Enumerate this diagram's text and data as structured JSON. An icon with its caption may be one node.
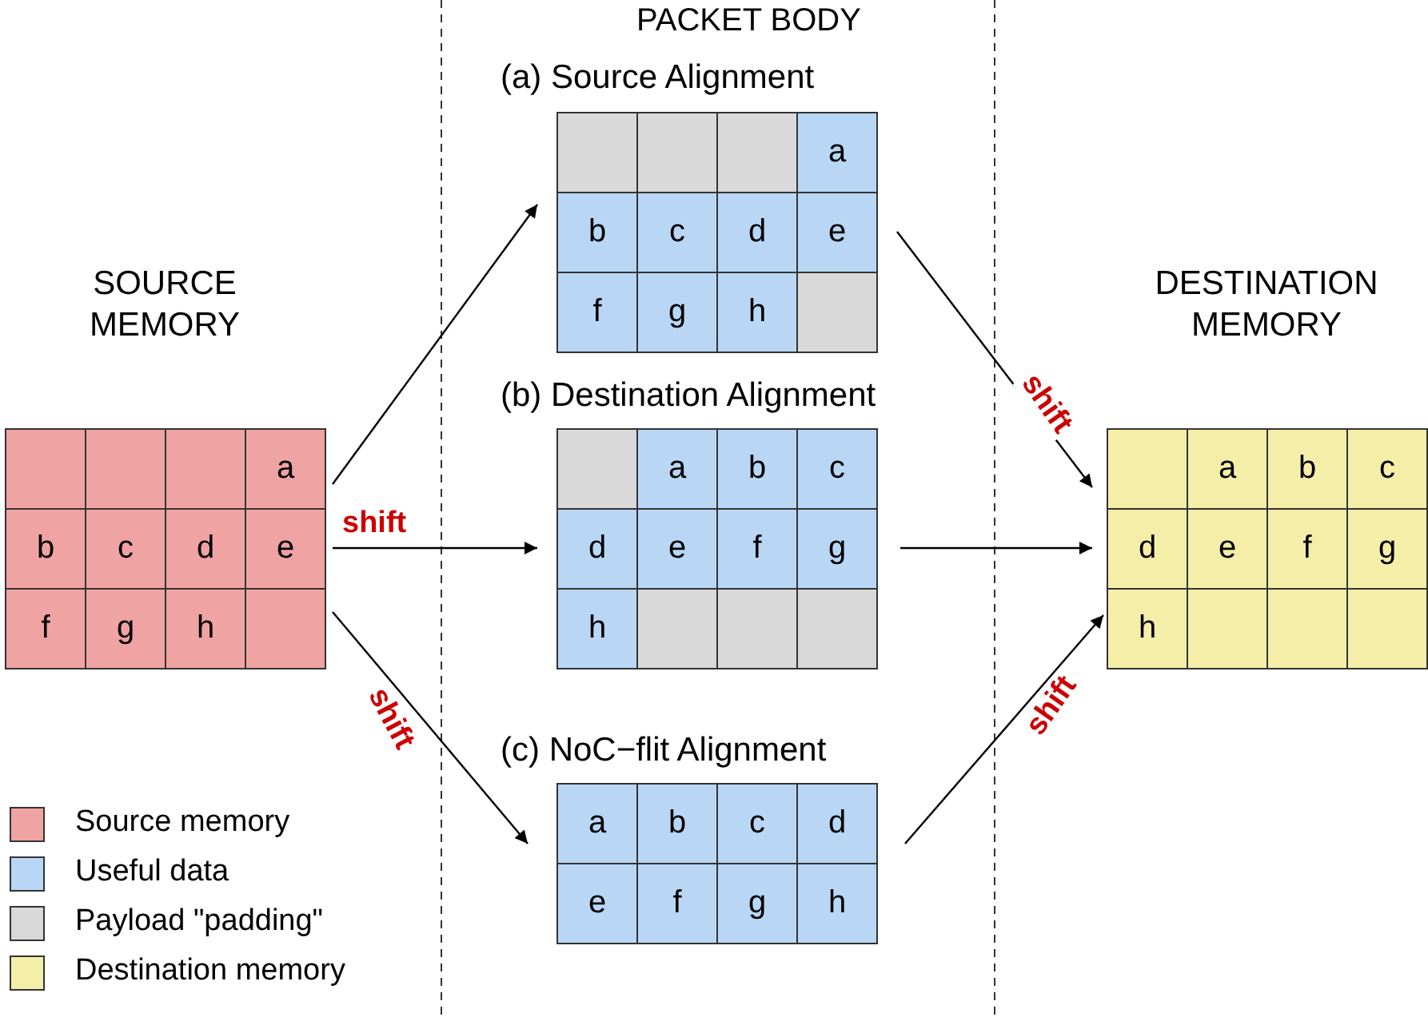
{
  "diagram": {
    "nodes": [
      {
        "text": [
          "SOURCE MEMORY"
        ]
      },
      {
        "text": [],
        "shape": "box",
        "in": 0
      },
      {
        "text": [],
        "shape": "box",
        "in": 0
      },
      {
        "text": [],
        "shape": "box",
        "in": 0
      },
      {
        "text": [
          "a"
        ],
        "in": 0
      },
      {
        "text": [
          "b"
        ],
        "in": 0
      },
      {
        "text": [
          "c"
        ],
        "in": 0
      },
      {
        "text": [
          "d"
        ],
        "in": 0
      },
      {
        "text": [
          "e"
        ],
        "in": 0
      },
      {
        "text": [
          "f"
        ],
        "in": 0
      },
      {
        "text": [
          "g"
        ],
        "in": 0
      },
      {
        "text": [
          "h"
        ],
        "in": 0
      },
      {
        "text": [],
        "shape": "box",
        "in": 0
      },
      {
        "text": [
          "(a) Source Alignment"
        ]
      },
      {
        "text": [],
        "shape": "box",
        "in": 13
      },
      {
        "text": [],
        "shape": "box",
        "in": 13
      },
      {
        "text": [],
        "shape": "box",
        "in": 13
      },
      {
        "text": [
          "a"
        ],
        "in": 13
      },
      {
        "text": [
          "b"
        ],
        "in": 13
      },
      {
        "text": [
          "c"
        ],
        "in": 13
      },
      {
        "text": [
          "d"
        ],
        "in": 13
      },
      {
        "text": [
          "e"
        ],
        "in": 13
      },
      {
        "text": [
          "f"
        ],
        "in": 13
      },
      {
        "text": [
          "g"
        ],
        "in": 13
      },
      {
        "text": [
          "h"
        ],
        "in": 13
      },
      {
        "text": [],
        "shape": "box",
        "in": 13
      },
      {
        "text": [
          "(b) Destination Alignment"
        ]
      },
      {
        "text": [],
        "shape": "box",
        "in": 26
      },
      {
        "text": [
          "a"
        ],
        "in": 26
      },
      {
        "text": [
          "b"
        ],
        "in": 26
      },
      {
        "text": [
          "c"
        ],
        "in": 26
      },
      {
        "text": [
          "d"
        ],
        "in": 26
      },
      {
        "text": [
          "e"
        ],
        "in": 26
      },
      {
        "text": [
          "f"
        ],
        "in": 26
      },
      {
        "text": [
          "g"
        ],
        "in": 26
      },
      {
        "text": [
          "h"
        ],
        "in": 26
      },
      {
        "text": [],
        "shape": "box",
        "in": 26
      },
      {
        "text": [],
        "shape": "box",
        "in": 26
      },
      {
        "text": [],
        "shape": "box",
        "in": 26
      },
      {
        "text": [
          "(c) NoC−flit Alignment"
        ]
      },
      {
        "text": [
          "a"
        ],
        "in": 39
      },
      {
        "text": [
          "b"
        ],
        "in": 39
      },
      {
        "text": [
          "c"
        ],
        "in": 39
      },
      {
        "text": [
          "d"
        ],
        "in": 39
      },
      {
        "text": [
          "e"
        ],
        "in": 39
      },
      {
        "text": [
          "f"
        ],
        "in": 39
      },
      {
        "text": [
          "g"
        ],
        "in": 39
      },
      {
        "text": [
          "h"
        ],
        "in": 39
      },
      {
        "text": [
          "DESTINATION MEMORY"
        ]
      },
      {
        "text": [],
        "shape": "box",
        "in": 48
      },
      {
        "text": [
          "a"
        ],
        "in": 48
      },
      {
        "text": [
          "b"
        ],
        "in": 48
      },
      {
        "text": [
          "c"
        ],
        "in": 48
      },
      {
        "text": [
          "d"
        ],
        "in": 48
      },
      {
        "text": [
          "e"
        ],
        "in": 48
      },
      {
        "text": [
          "f"
        ],
        "in": 48
      },
      {
        "text": [
          "g"
        ],
        "in": 48
      },
      {
        "text": [
          "h"
        ],
        "in": 48
      },
      {
        "text": [],
        "shape": "box",
        "in": 48
      },
      {
        "text": [],
        "shape": "box",
        "in": 48
      },
      {
        "text": [],
        "shape": "box",
        "in": 48
      }
    ],
    "edges": [
      {
        "from": 0,
        "to": 13,
        "arrow": "to"
      },
      {
        "from": 0,
        "to": 26,
        "arrow": "to",
        "label": "shift"
      },
      {
        "from": 0,
        "to": 39,
        "arrow": "to",
        "label": "shift"
      },
      {
        "from": 13,
        "to": 48,
        "arrow": "to",
        "label": "shift"
      },
      {
        "from": 26,
        "to": 48,
        "arrow": "to"
      },
      {
        "from": 39,
        "to": 48,
        "arrow": "to",
        "label": "shift"
      }
    ],
    "labels": [
      "PACKET BODY"
    ],
    "legend": [
      {
        "text": "Source memory",
        "color": "#f0a3a3"
      },
      {
        "text": "Useful data",
        "color": "#b9d7f5"
      },
      {
        "text": "Payload \"padding\"",
        "color": "#d9d9d9"
      },
      {
        "text": "Destination memory",
        "color": "#f5eea8"
      }
    ]
  }
}
